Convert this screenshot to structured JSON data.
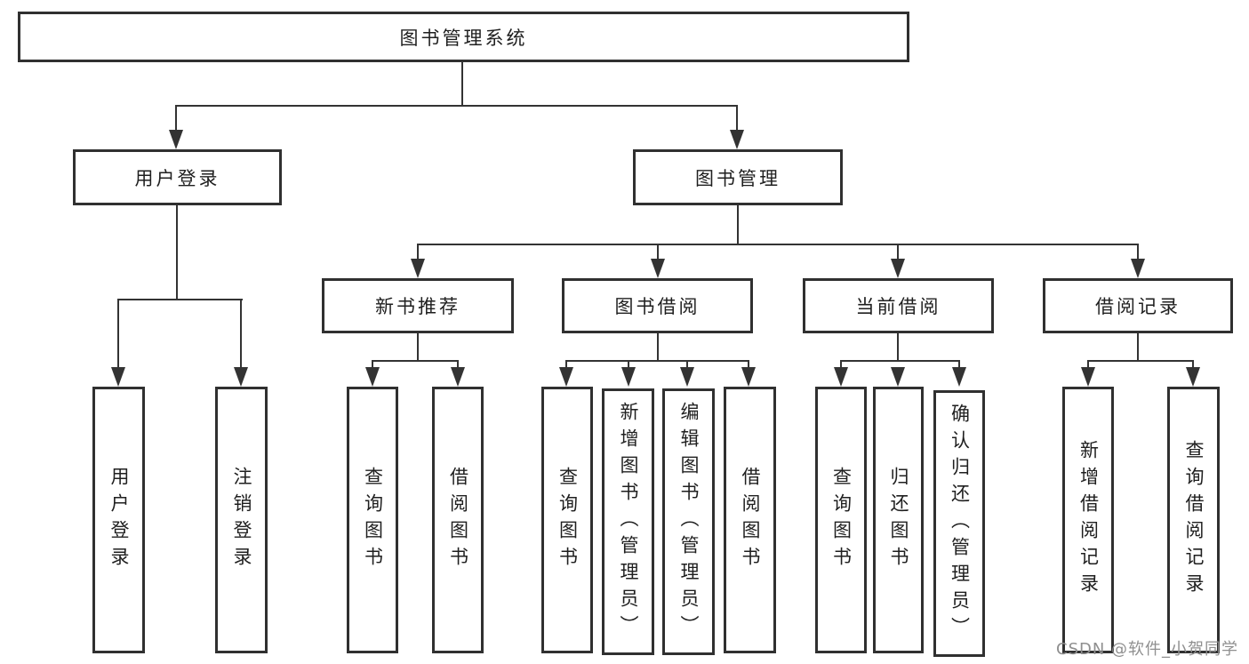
{
  "diagram_title": "图书管理系统",
  "tree": {
    "label": "图书管理系统",
    "children": [
      {
        "label": "用户登录",
        "children": [
          {
            "label": "用户登录"
          },
          {
            "label": "注销登录"
          }
        ]
      },
      {
        "label": "图书管理",
        "children": [
          {
            "label": "新书推荐",
            "children": [
              {
                "label": "查询图书"
              },
              {
                "label": "借阅图书"
              }
            ]
          },
          {
            "label": "图书借阅",
            "children": [
              {
                "label": "查询图书"
              },
              {
                "label": "新增图书（管理员）"
              },
              {
                "label": "编辑图书（管理员）"
              },
              {
                "label": "借阅图书"
              }
            ]
          },
          {
            "label": "当前借阅",
            "children": [
              {
                "label": "查询图书"
              },
              {
                "label": "归还图书"
              },
              {
                "label": "确认归还（管理员）"
              }
            ]
          },
          {
            "label": "借阅记录",
            "children": [
              {
                "label": "新增借阅记录"
              },
              {
                "label": "查询借阅记录"
              }
            ]
          }
        ]
      }
    ]
  },
  "watermark": "CSDN @软件_小贺同学",
  "colors": {
    "line": "#333333",
    "text": "#1f1f1f",
    "watermark": "#8f8f8f",
    "background": "#ffffff"
  }
}
